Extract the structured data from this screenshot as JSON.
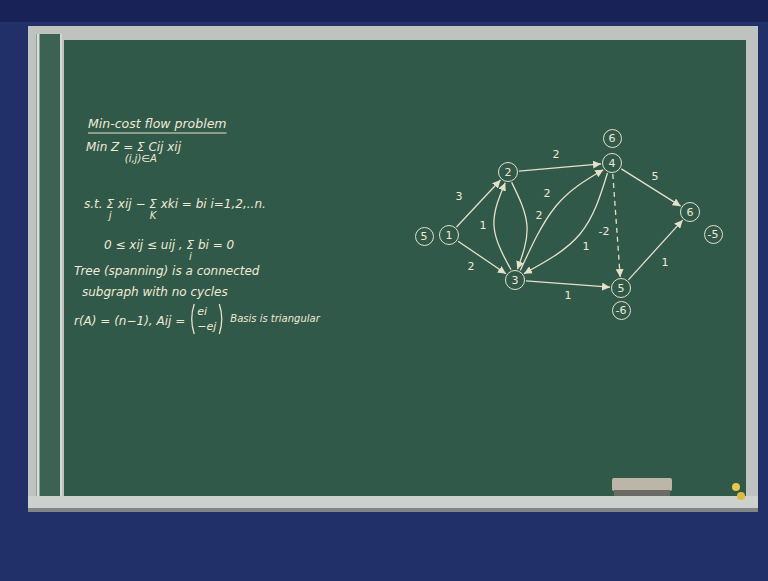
{
  "diagram": {
    "title": "Min-cost flow problem",
    "nodes": [
      {
        "text": [
          "1"
        ]
      },
      {
        "text": [
          "2"
        ]
      },
      {
        "text": [
          "3"
        ]
      },
      {
        "text": [
          "4"
        ]
      },
      {
        "text": [
          "5"
        ]
      },
      {
        "text": [
          "6"
        ]
      },
      {
        "text": [
          "5"
        ]
      },
      {
        "text": [
          "6"
        ]
      },
      {
        "text": [
          "-6"
        ]
      },
      {
        "text": [
          "-5"
        ]
      }
    ],
    "edges": [
      {
        "from": 0,
        "to": 1,
        "arrow": "to",
        "label": "3"
      },
      {
        "from": 0,
        "to": 2,
        "arrow": "to",
        "label": "2"
      },
      {
        "from": 1,
        "to": 3,
        "arrow": "to",
        "label": "2"
      },
      {
        "from": 2,
        "to": 1,
        "arrow": "to",
        "label": "1"
      },
      {
        "from": 1,
        "to": 2,
        "arrow": "to",
        "label": "2"
      },
      {
        "from": 2,
        "to": 3,
        "arrow": "to",
        "label": "2"
      },
      {
        "from": 3,
        "to": 2,
        "arrow": "to",
        "label": "1"
      },
      {
        "from": 2,
        "to": 4,
        "arrow": "to",
        "label": "1"
      },
      {
        "from": 3,
        "to": 5,
        "arrow": "to",
        "label": "5"
      },
      {
        "from": 3,
        "to": 4,
        "arrow": "to",
        "label": "-2"
      },
      {
        "from": 4,
        "to": 5,
        "arrow": "to",
        "label": "1"
      }
    ],
    "labels": [
      "Min Z = Σ Cij xij",
      "(i,j)∈A",
      "s.t. Σ xij − Σ xki = bi i=1,2,..n.",
      "j",
      "K",
      "0 ≤ xij ≤ uij , Σ bi = 0",
      "i",
      "Tree (spanning) is a connected",
      "subgraph with no cycles",
      "r(A) = (n−1), Aij =",
      "ei",
      "−ej",
      "Basis is triangular"
    ]
  }
}
